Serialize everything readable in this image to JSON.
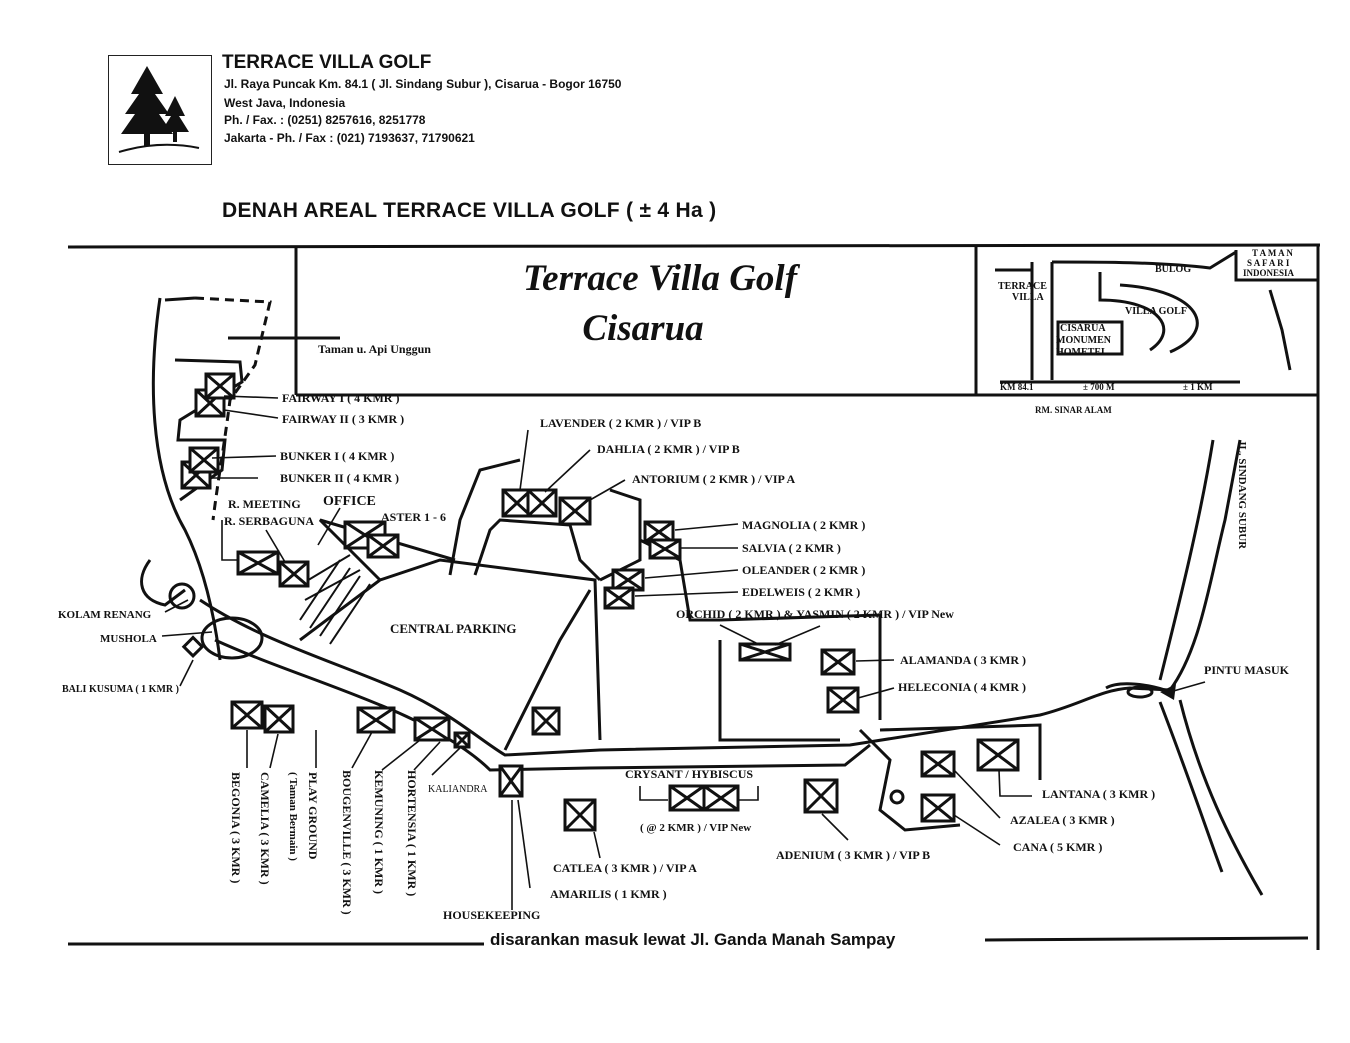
{
  "header": {
    "name": "TERRACE VILLA GOLF",
    "address": "Jl. Raya Puncak Km. 84.1 ( Jl. Sindang Subur ), Cisarua - Bogor 16750",
    "region": "West Java, Indonesia",
    "phone": "Ph. / Fax. : (0251) 8257616, 8251778",
    "jakarta_phone": "Jakarta - Ph. / Fax : (021) 7193637, 71790621"
  },
  "page_title": "DENAH AREAL TERRACE VILLA GOLF ( ± 4 Ha )",
  "map_title": {
    "line1": "Terrace Villa Golf",
    "line2": "Cisarua"
  },
  "inset": {
    "terrace_villa": [
      "TERRACE",
      "VILLA"
    ],
    "bulog": "BULOG",
    "taman_safari": [
      "T A M A N",
      "S A F A R I",
      "INDONESIA"
    ],
    "villa_golf": "VILLA GOLF",
    "cisarua": "CISARUA",
    "monumen": "MONUMEN",
    "hometel": "HOMETEL",
    "km": "KM 84.1",
    "dist_700": "± 700 M",
    "dist_1km": "± 1 KM",
    "rm": "RM. SINAR ALAM"
  },
  "labels": {
    "taman_api": "Taman u. Api Unggun",
    "fairway1": "FAIRWAY I ( 4 KMR )",
    "fairway2": "FAIRWAY II ( 3 KMR )",
    "bunker1": "BUNKER I ( 4 KMR )",
    "bunker2": "BUNKER II ( 4 KMR )",
    "r_meeting": "R. MEETING",
    "r_serbaguna": "R. SERBAGUNA",
    "office": "OFFICE",
    "aster": "ASTER 1 - 6",
    "lavender": "LAVENDER ( 2 KMR ) / VIP B",
    "dahlia": "DAHLIA ( 2 KMR ) / VIP B",
    "antorium": "ANTORIUM ( 2 KMR ) / VIP A",
    "magnolia": "MAGNOLIA ( 2 KMR )",
    "salvia": "SALVIA ( 2 KMR )",
    "oleander": "OLEANDER ( 2 KMR )",
    "edelweis": "EDELWEIS ( 2 KMR )",
    "orchid": "ORCHID ( 2 KMR ) & YASMIN ( 2 KMR ) / VIP New",
    "alamanda": "ALAMANDA ( 3 KMR )",
    "heleconia": "HELECONIA ( 4 KMR )",
    "pintu_masuk": "PINTU MASUK",
    "jl_sindang": "JL. SINDANG SUBUR",
    "kolam": "KOLAM RENANG",
    "mushola": "MUSHOLA",
    "bali": "BALI KUSUMA ( 1 KMR )",
    "central_parking": "CENTRAL PARKING",
    "crysant": "CRYSANT / HYBISCUS",
    "crysant_sub": "( @ 2 KMR ) / VIP New",
    "lantana": "LANTANA ( 3 KMR )",
    "azalea": "AZALEA ( 3 KMR )",
    "cana": "CANA ( 5 KMR )",
    "adenium": "ADENIUM ( 3 KMR ) / VIP B",
    "catlea": "CATLEA ( 3 KMR ) / VIP A",
    "amarilis": "AMARILIS ( 1 KMR )",
    "housekeeping": "HOUSEKEEPING",
    "kaliandra": "KALIANDRA",
    "begonia": "BEGONIA ( 3 KMR )",
    "camelia": "CAMELIA ( 3 KMR )",
    "play_ground": "PLAY GROUND",
    "taman_bermain": "( Taman Bermain )",
    "bougenville": "BOUGENVILLE ( 3 KMR )",
    "kemuning": "KEMUNING ( 1 KMR )",
    "hortensia": "HORTENSIA ( 1 KMR )"
  },
  "footer": "disarankan masuk lewat Jl. Ganda Manah Sampay"
}
